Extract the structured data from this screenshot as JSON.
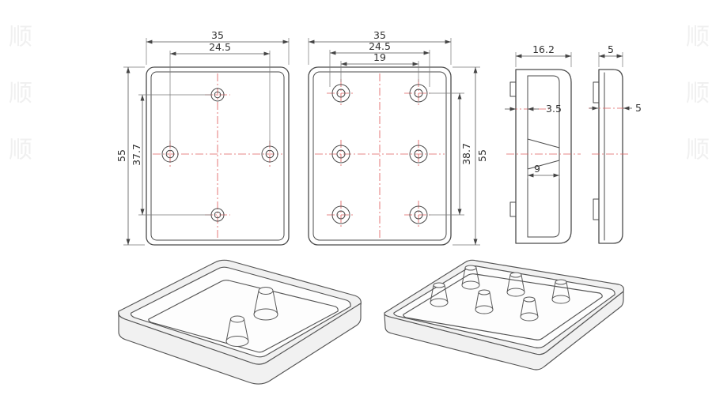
{
  "views": {
    "lid_face": {
      "width": "35",
      "hole_span_w": "24.5",
      "height": "55",
      "hole_span_h": "37.7"
    },
    "base_face": {
      "width": "35",
      "boss_span_outer": "24.5",
      "boss_span": "19",
      "boss_rows": "38.7",
      "height": "55"
    },
    "base_side": {
      "depth": "16.2",
      "wall": "3.5",
      "boss_len": "9"
    },
    "lid_side": {
      "thickness": "5",
      "clip": "5"
    }
  },
  "watermark": {
    "left": "顺 顺 顺",
    "right": "顺 顺 顺"
  },
  "colors": {
    "outline": "#4b4b4b",
    "centerline": "#e06060",
    "dimension_text": "#333333",
    "background": "#ffffff"
  }
}
